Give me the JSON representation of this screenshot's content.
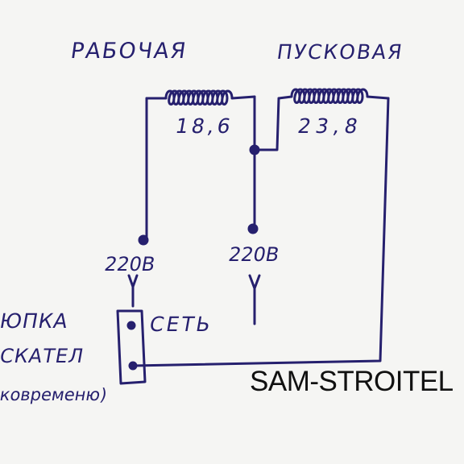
{
  "labels": {
    "working_winding": "РАБОЧАЯ",
    "starting_winding": "ПУСКОВАЯ",
    "working_value": "18,6",
    "starting_value": "23,8",
    "voltage_left": "220В",
    "voltage_middle": "220В",
    "button_line1": "ЮПКА",
    "button_line2": "СКАТЕЛ",
    "button_line3": "ковременю)",
    "network": "СЕТЬ"
  },
  "watermark": "SAM-STROITEL",
  "colors": {
    "ink": "#26206e",
    "background": "#f5f5f3",
    "watermark": "#111111"
  }
}
